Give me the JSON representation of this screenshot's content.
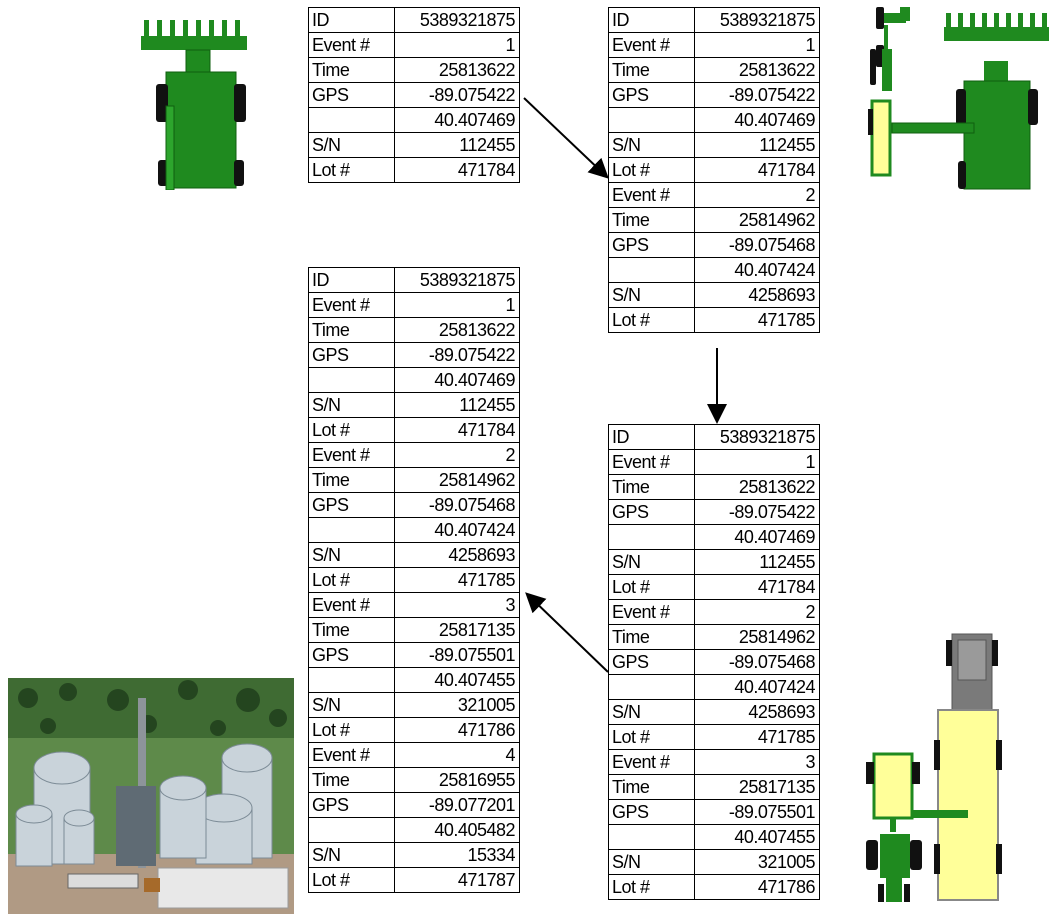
{
  "records": [
    {
      "id": "table-harvest",
      "rows": [
        {
          "k": "ID",
          "v": "5389321875"
        },
        {
          "k": "Event #",
          "v": "1"
        },
        {
          "k": "Time",
          "v": "25813622"
        },
        {
          "k": "GPS",
          "v": "-89.075422"
        },
        {
          "k": "",
          "v": "40.407469"
        },
        {
          "k": "S/N",
          "v": "112455"
        },
        {
          "k": "Lot #",
          "v": "471784"
        }
      ]
    },
    {
      "id": "table-cart",
      "rows": [
        {
          "k": "ID",
          "v": "5389321875"
        },
        {
          "k": "Event #",
          "v": "1"
        },
        {
          "k": "Time",
          "v": "25813622"
        },
        {
          "k": "GPS",
          "v": "-89.075422"
        },
        {
          "k": "",
          "v": "40.407469"
        },
        {
          "k": "S/N",
          "v": "112455"
        },
        {
          "k": "Lot #",
          "v": "471784"
        },
        {
          "k": "Event #",
          "v": "2"
        },
        {
          "k": "Time",
          "v": "25814962"
        },
        {
          "k": "GPS",
          "v": "-89.075468"
        },
        {
          "k": "",
          "v": "40.407424"
        },
        {
          "k": "S/N",
          "v": "4258693"
        },
        {
          "k": "Lot #",
          "v": "471785"
        }
      ]
    },
    {
      "id": "table-elevator",
      "rows": [
        {
          "k": "ID",
          "v": "5389321875"
        },
        {
          "k": "Event #",
          "v": "1"
        },
        {
          "k": "Time",
          "v": "25813622"
        },
        {
          "k": "GPS",
          "v": "-89.075422"
        },
        {
          "k": "",
          "v": "40.407469"
        },
        {
          "k": "S/N",
          "v": "112455"
        },
        {
          "k": "Lot #",
          "v": "471784"
        },
        {
          "k": "Event #",
          "v": "2"
        },
        {
          "k": "Time",
          "v": "25814962"
        },
        {
          "k": "GPS",
          "v": "-89.075468"
        },
        {
          "k": "",
          "v": "40.407424"
        },
        {
          "k": "S/N",
          "v": "4258693"
        },
        {
          "k": "Lot #",
          "v": "471785"
        },
        {
          "k": "Event #",
          "v": "3"
        },
        {
          "k": "Time",
          "v": "25817135"
        },
        {
          "k": "GPS",
          "v": "-89.075501"
        },
        {
          "k": "",
          "v": "40.407455"
        },
        {
          "k": "S/N",
          "v": "321005"
        },
        {
          "k": "Lot #",
          "v": "471786"
        },
        {
          "k": "Event #",
          "v": "4"
        },
        {
          "k": "Time",
          "v": "25816955"
        },
        {
          "k": "GPS",
          "v": "-89.077201"
        },
        {
          "k": "",
          "v": "40.405482"
        },
        {
          "k": "S/N",
          "v": "15334"
        },
        {
          "k": "Lot #",
          "v": "471787"
        }
      ]
    },
    {
      "id": "table-truck",
      "rows": [
        {
          "k": "ID",
          "v": "5389321875"
        },
        {
          "k": "Event #",
          "v": "1"
        },
        {
          "k": "Time",
          "v": "25813622"
        },
        {
          "k": "GPS",
          "v": "-89.075422"
        },
        {
          "k": "",
          "v": "40.407469"
        },
        {
          "k": "S/N",
          "v": "112455"
        },
        {
          "k": "Lot #",
          "v": "471784"
        },
        {
          "k": "Event #",
          "v": "2"
        },
        {
          "k": "Time",
          "v": "25814962"
        },
        {
          "k": "GPS",
          "v": "-89.075468"
        },
        {
          "k": "",
          "v": "40.407424"
        },
        {
          "k": "S/N",
          "v": "4258693"
        },
        {
          "k": "Lot #",
          "v": "471785"
        },
        {
          "k": "Event #",
          "v": "3"
        },
        {
          "k": "Time",
          "v": "25817135"
        },
        {
          "k": "GPS",
          "v": "-89.075501"
        },
        {
          "k": "",
          "v": "40.407455"
        },
        {
          "k": "S/N",
          "v": "321005"
        },
        {
          "k": "Lot #",
          "v": "471786"
        }
      ]
    }
  ],
  "colors": {
    "machine_green": "#1f8a1f",
    "dark_green": "#0f5f0f",
    "grain_yellow": "#ffff99",
    "arrow": "#000000"
  }
}
